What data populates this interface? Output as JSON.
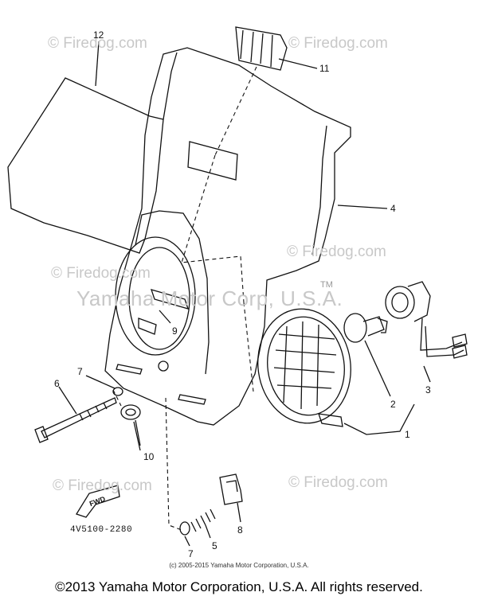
{
  "watermarks": {
    "top_left": "© Firedog.com",
    "top_right": "© Firedog.com",
    "mid_left": "© Firedog.com",
    "mid_right": "© Firedog.com",
    "low_right": "© Firedog.com",
    "bottom_left": "© Firedog.com",
    "center": "Yamaha Motor Corp, U.S.A.",
    "tm": "TM"
  },
  "callouts": [
    "12",
    "11",
    "4",
    "9",
    "7",
    "6",
    "10",
    "2",
    "3",
    "1",
    "8",
    "5",
    "7"
  ],
  "part_number": "4V5100-2280",
  "fwd_label": "FWD",
  "small_copyright": "(c) 2005-2015 Yamaha Motor Corporation, U.S.A.",
  "footer": "©2013 Yamaha Motor Corporation, U.S.A. All rights reserved."
}
